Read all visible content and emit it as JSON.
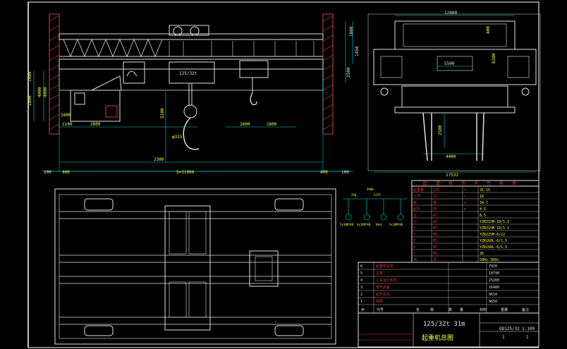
{
  "colors": {
    "background": "#000000",
    "frame": "#ffffff",
    "structure": "#e0e0e0",
    "dimension": "#00d8e0",
    "label_yellow": "#ffff33",
    "label_red": "#ff4040",
    "hatch": "#d04040",
    "table_red": "#e03030",
    "table_line": "#e0e0e0"
  },
  "elevation": {
    "top_dims": [
      "1600",
      "1450",
      "2500"
    ],
    "left_dims": [
      "1400",
      "2800",
      "4000",
      "4000",
      "1600"
    ],
    "bottom_dims": [
      "1100",
      "2800",
      "2300",
      "1600",
      "1800"
    ],
    "hook_dim": "5100",
    "hook_radius": "φ315",
    "cab_label": "125/32t",
    "span_label": "S=31000",
    "edge_left": "100",
    "edge_right": "100",
    "left_small": "400",
    "right_small": "400"
  },
  "side_view": {
    "top_width": "12000",
    "mid_width": "5500",
    "height_dim": "2500",
    "base_width": "4400",
    "total_width": "17532",
    "right_dims": [
      "400",
      "6380"
    ]
  },
  "schematic": {
    "labels": [
      "3900",
      "250",
      "2375",
      "5x18M/K8",
      "4x16M/K8",
      "10x4",
      "5x18M/K8"
    ]
  },
  "spec_table": {
    "header": [
      "起",
      "重",
      "机",
      "技",
      "术",
      "性",
      "能",
      "表"
    ],
    "rows": [
      [
        "起重量",
        "125",
        "t",
        "31.15"
      ],
      [
        "工作",
        "32",
        "t",
        "16"
      ],
      [
        "跨",
        "度",
        "m",
        "34.7"
      ],
      [
        "起升",
        "高",
        "m",
        "4.1"
      ],
      [
        "主",
        "A7",
        "",
        "8.5"
      ],
      [
        "小",
        "A6",
        "",
        "YZR315M-10/1.5"
      ],
      [
        "1",
        "M7",
        "",
        "YZR315M-10/1.5"
      ],
      [
        "2",
        "M6",
        "",
        "YZR225M-8/22"
      ],
      [
        "3",
        "M5",
        "",
        "YZR160L-6/1.5"
      ],
      [
        "4",
        "M5",
        "",
        "YZR160L-6/1.5"
      ],
      [
        "5",
        "M5",
        "",
        "36"
      ],
      [
        "电",
        "源",
        "",
        "50Hz 380v"
      ]
    ]
  },
  "parts_table": {
    "rows": [
      [
        "6",
        "起重机车轮",
        "",
        "7920"
      ],
      [
        "5",
        "主梁",
        "",
        "18790"
      ],
      [
        "4",
        "小车运行机构",
        "",
        "25200"
      ],
      [
        "3",
        "电气设备",
        "",
        "16480"
      ],
      [
        "2",
        "起升机构",
        "",
        "8610"
      ],
      [
        "1",
        "端梁",
        "",
        "9650"
      ]
    ],
    "header": [
      "序",
      "代号",
      "名",
      "称",
      "数",
      "量",
      "材料",
      "重量",
      "备注"
    ]
  },
  "title_block": {
    "title": "125/32t   31m",
    "subtitle": "起重机总图",
    "drawing_no": "QD125/32",
    "scale": "1:100",
    "sheet_nums": [
      "1",
      "1"
    ]
  }
}
